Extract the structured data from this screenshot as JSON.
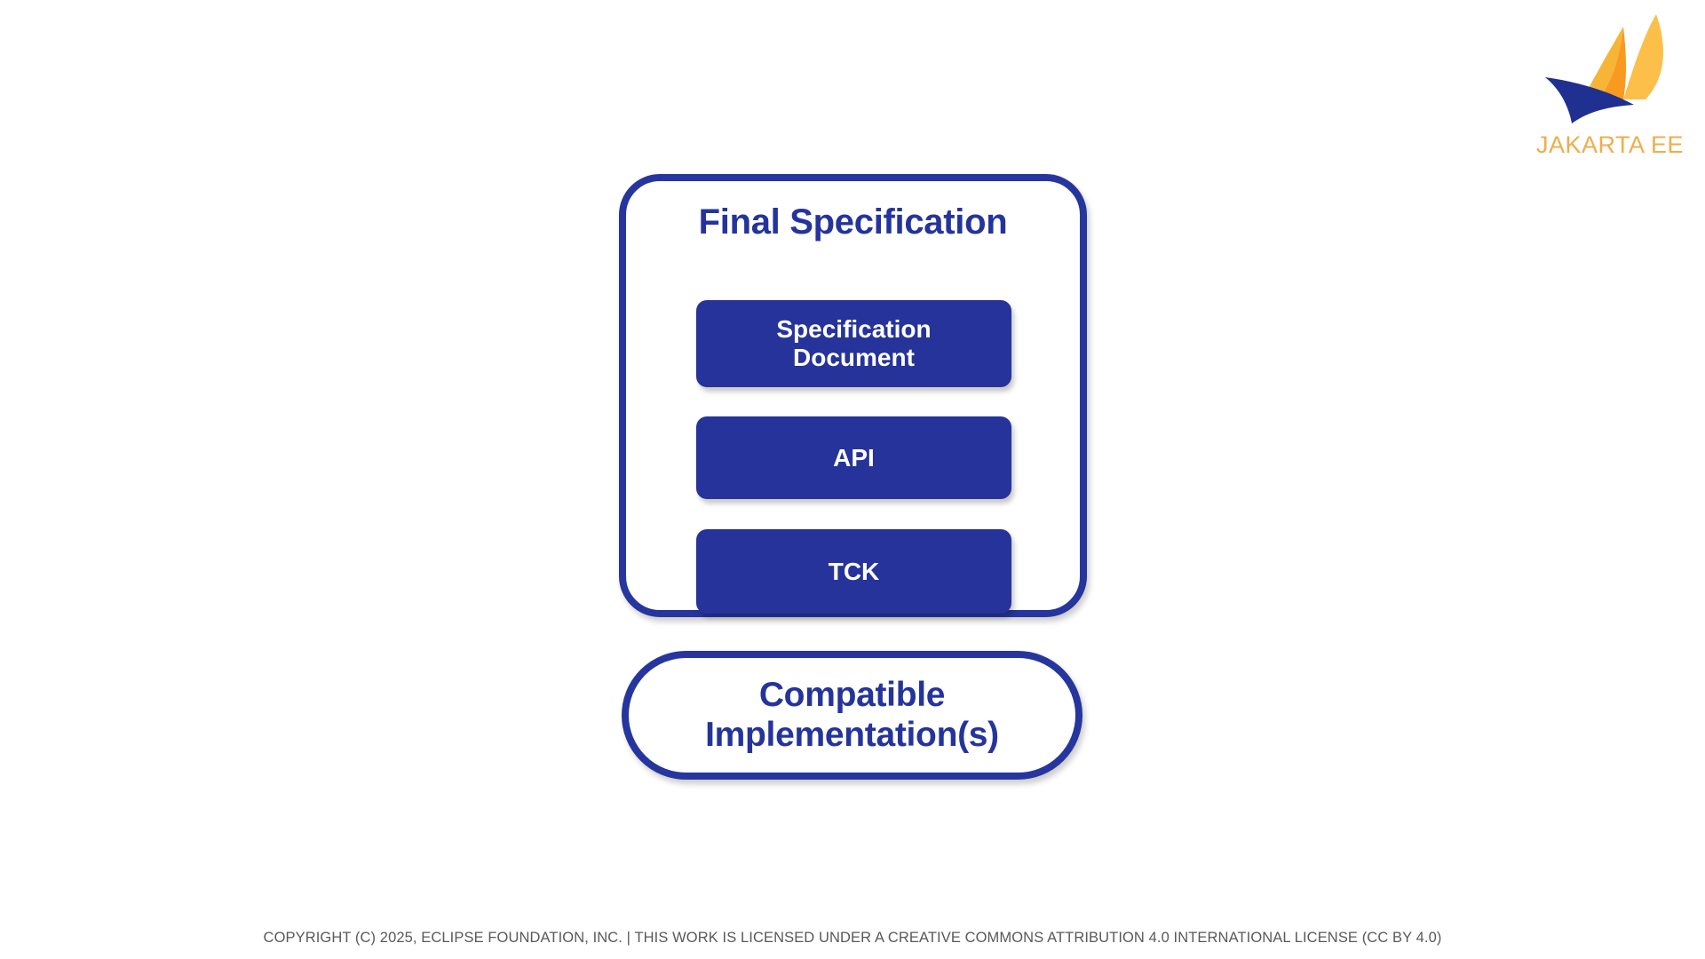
{
  "logo": {
    "name": "jakarta-ee-logo",
    "wordmark": "JAKARTA EE",
    "colors": {
      "sail_light": "#f7b538",
      "sail_mid": "#fbbf4a",
      "sail_dark": "#f79a1f",
      "hull": "#1f3090",
      "wordmark": "#efad4c"
    }
  },
  "diagram": {
    "type": "stacked-container",
    "container": {
      "title": "Final Specification",
      "items": [
        {
          "label": "Specification\nDocument",
          "lines": [
            "Specification",
            "Document"
          ]
        },
        {
          "label": "API",
          "lines": [
            "API"
          ]
        },
        {
          "label": "TCK",
          "lines": [
            "TCK"
          ]
        }
      ]
    },
    "bottom_node": {
      "label": "Compatible\nImplementation(s)",
      "lines": [
        "Compatible",
        "Implementation(s)"
      ]
    },
    "colors": {
      "outline_blue": "#26369e",
      "title_blue": "#24349c",
      "box_fill_blue": "#26339b",
      "box_text": "#ffffff",
      "background": "#ffffff"
    }
  },
  "footer": {
    "text": "COPYRIGHT (C) 2025, ECLIPSE FOUNDATION, INC. | THIS WORK IS LICENSED UNDER A CREATIVE COMMONS ATTRIBUTION 4.0 INTERNATIONAL LICENSE (CC BY 4.0)",
    "color": "#595959"
  }
}
